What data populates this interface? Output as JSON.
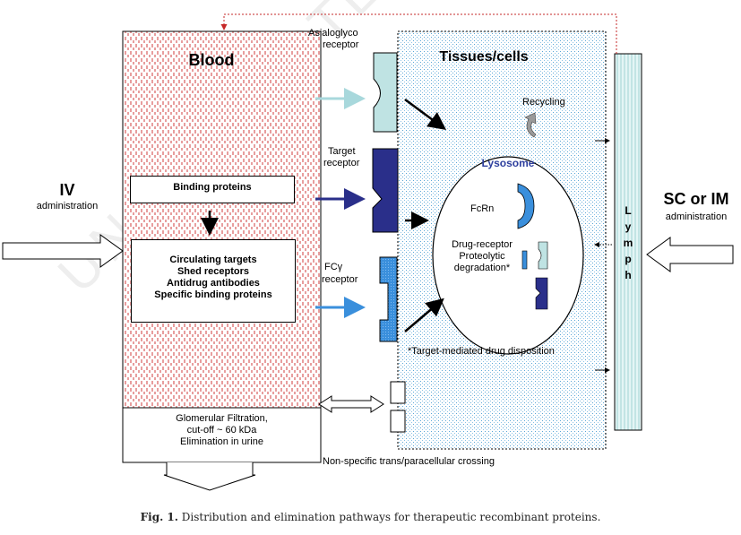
{
  "blood": {
    "title": "Blood",
    "binding_proteins": "Binding proteins",
    "targets": [
      "Circulating targets",
      "Shed receptors",
      "Antidrug antibodies",
      "Specific binding proteins"
    ],
    "glomerular": [
      "Glomerular Filtration,",
      "cut-off ~ 60 kDa",
      "Elimination in urine"
    ]
  },
  "iv": {
    "title": "IV",
    "subtitle": "administration"
  },
  "receptors": {
    "asialo": [
      "Asialoglyco",
      "receptor"
    ],
    "target": [
      "Target",
      "receptor"
    ],
    "fcg": [
      "FCγ",
      "receptor"
    ]
  },
  "tissues": {
    "title": "Tissues/cells",
    "recycling": "Recycling",
    "lysosome": "Lysosome",
    "fcrn": "FcRn",
    "drug_receptor": [
      "Drug-receptor",
      "Proteolytic",
      "degradation*"
    ],
    "tmdd_note": "*Target-mediated drug disposition"
  },
  "lymph": {
    "letters": [
      "L",
      "y",
      "m",
      "p",
      "h"
    ]
  },
  "sc": {
    "title": "SC or IM",
    "subtitle": "administration"
  },
  "nonspecific": "Non-specific trans/paracellular crossing",
  "caption": {
    "label": "Fig. 1.",
    "text": " Distribution and elimination pathways for therapeutic recombinant proteins."
  },
  "colors": {
    "blood_dash": "#d23c3c",
    "tissue_dot": "#5aa6d6",
    "lysosome_text": "#2e3f9e",
    "asialo": "#bfe3e3",
    "target": "#2a2f8a",
    "fcg": "#3a8fdc",
    "lymph": "#d8f0f0"
  },
  "watermark": "UNCORRECTED"
}
